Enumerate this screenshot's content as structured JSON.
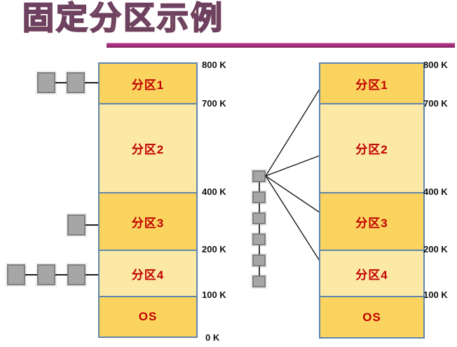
{
  "title": "固定分区示例",
  "partitions": [
    {
      "label": "分区1"
    },
    {
      "label": "分区2"
    },
    {
      "label": "分区3"
    },
    {
      "label": "分区4"
    },
    {
      "label": "OS"
    }
  ],
  "memory_labels": {
    "left": [
      "800 K",
      "700 K",
      "400 K",
      "200 K",
      "100 K",
      "0 K"
    ],
    "right": [
      "800 K",
      "700 K",
      "400 K",
      "200 K",
      "100 K"
    ]
  },
  "job_queues": {
    "left_diagram": [
      {
        "partition": "分区1",
        "waiting_jobs": 2
      },
      {
        "partition": "分区3",
        "waiting_jobs": 1
      },
      {
        "partition": "分区4",
        "waiting_jobs": 3
      }
    ],
    "right_diagram": {
      "single_queue_jobs": 6,
      "fan_out_to": [
        "分区1",
        "分区2",
        "分区3",
        "分区4"
      ]
    }
  },
  "colors": {
    "partition_dark_fill": "#fbd45f",
    "partition_light_fill": "#fde9a6",
    "box_border": "#5e86ac",
    "partition_label_text": "#c00000",
    "memory_label_text": "#111111",
    "job_square_fill": "#a6a6a6",
    "job_square_border": "#7f7f7f",
    "title_underline": "#a62d7d",
    "title_outline": "#6e4160"
  }
}
